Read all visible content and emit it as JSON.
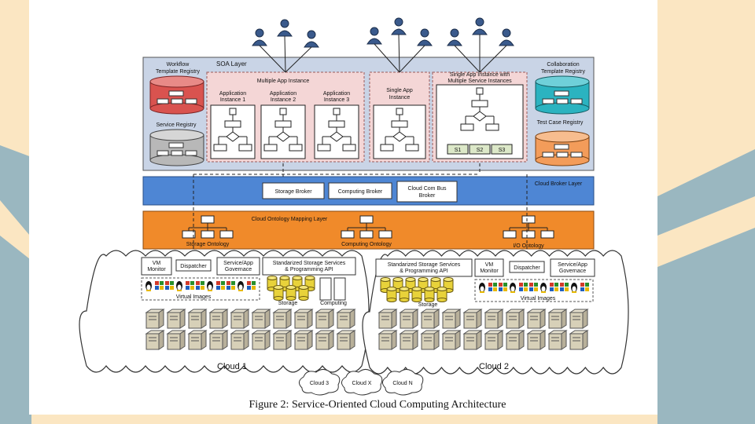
{
  "soa": {
    "layer_label": "SOA Layer",
    "workflow_registry": "Workflow Template Registry",
    "service_registry": "Service Registry",
    "collab_registry": "Collaboration Template Registry",
    "testcase_registry": "Test Case Registry",
    "multi_app": "Multiple App Instance",
    "app_instances": [
      "Application Instance 1",
      "Application Instance 2",
      "Application Instance 3"
    ],
    "single_app": "Single App Instance",
    "single_multi": "Single App Instance with Multiple Service Instances",
    "services": [
      "S1",
      "S2",
      "S3"
    ]
  },
  "broker": {
    "layer_label": "Cloud Broker Layer",
    "storage": "Storage Broker",
    "computing": "Computing Broker",
    "bus": "Cloud Com Bus Broker"
  },
  "ontology": {
    "layer_label": "Cloud Ontology Mapping Layer",
    "storage": "Storage Ontology",
    "computing": "Computing Ontology",
    "io": "I/O Ontology"
  },
  "cloud1": {
    "name": "Cloud 1",
    "vm_monitor": "VM Monitor",
    "dispatcher": "Dispatcher",
    "governance": "Service/App Governace",
    "std_services": "Standarized Storage Services & Programming API",
    "virtual_images": "Virtual Images",
    "storage": "Storage",
    "computing": "Computing"
  },
  "cloud2": {
    "name": "Cloud 2",
    "vm_monitor": "VM Monitor",
    "dispatcher": "Dispatcher",
    "governance": "Service/App Governace",
    "std_services": "Standarized Storage Services & Programming API",
    "virtual_images": "Virtual Images",
    "storage": "Storage"
  },
  "other_clouds": [
    "Cloud 3",
    "Cloud X",
    "Cloud N"
  ],
  "caption": "Figure 2: Service-Oriented Cloud Computing Architecture",
  "colors": {
    "soa_bg": "#c9d4e6",
    "pink": "#f4d6d6",
    "broker": "#4e86d4",
    "ontology": "#f08a2a",
    "red_db": "#d9534f",
    "grey_db": "#b8b8b8",
    "teal_db": "#2bb3c0",
    "orange_db": "#f39c5a"
  }
}
